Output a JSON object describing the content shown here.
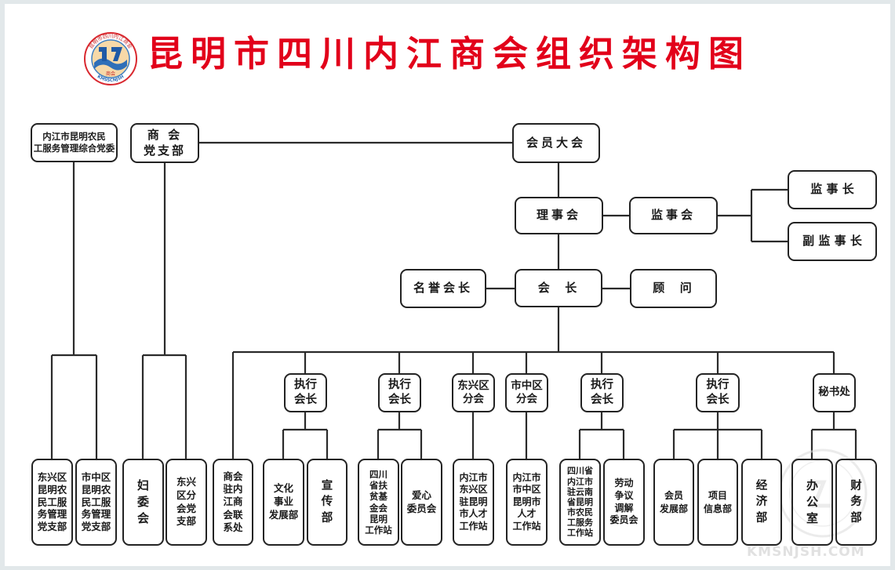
{
  "title": "昆明市四川内江商会组织架构图",
  "watermark": "KMSNJSH.COM",
  "logo": {
    "ring_text": "昆明市四川内江商会",
    "center_text": "商会",
    "bottom_text": "KMSSCNJSH"
  },
  "colors": {
    "title": "#e2001a",
    "border": "#232323",
    "line": "#2a2a2a",
    "background": "#e2e8ea"
  },
  "nodes": {
    "neijiang_committee": "内江市昆明农民\n工服务管理综合党委",
    "party_branch": "商 会\n党支部",
    "members_assembly": "会员大会",
    "council": "理事会",
    "supervisory_board": "监事会",
    "chief_supervisor": "监 事 长",
    "deputy_supervisor": "副 监 事 长",
    "honorary_president": "名誉会长",
    "president": "会  长",
    "advisor": "顾  问",
    "exec_vp_1": "执行\n会长",
    "exec_vp_2": "执行\n会长",
    "dongxing_branch": "东兴区\n分会",
    "shizhong_branch": "市中区\n分会",
    "exec_vp_3": "执行\n会长",
    "exec_vp_4": "执行\n会长",
    "secretariat": "秘书处",
    "dongxing_mgmt_branch": "东兴区\n昆明农\n民工服\n务管理\n党支部",
    "shizhong_mgmt_branch": "市中区\n昆明农\n民工服\n务管理\n党支部",
    "womens_committee": "妇\n委\n会",
    "dongxing_party_branch": "东兴\n区分\n会党\n支部",
    "liaison_office": "商会\n驻内\n江商\n会联\n系处",
    "culture_dept": "文化\n事业\n发展部",
    "publicity_dept": "宣\n传\n部",
    "poverty_fund_station": "四川\n省扶\n贫基\n金会\n昆明\n工作站",
    "charity_committee": "爱心\n委员会",
    "dongxing_talent_station": "内江市\n东兴区\n驻昆明\n市人才\n工作站",
    "shizhong_talent_station": "内江市\n市中区\n昆明市\n人才\n工作站",
    "yunnan_service_station": "四川省\n内江市\n驻云南\n省昆明\n市农民\n工服务\n工作站",
    "labor_dispute_committee": "劳动\n争议\n调解\n委员会",
    "member_dev_dept": "会员\n发展部",
    "project_info_dept": "项目\n信息部",
    "economic_dept": "经\n济\n部",
    "office": "办\n公\n室",
    "finance_dept": "财\n务\n部"
  }
}
